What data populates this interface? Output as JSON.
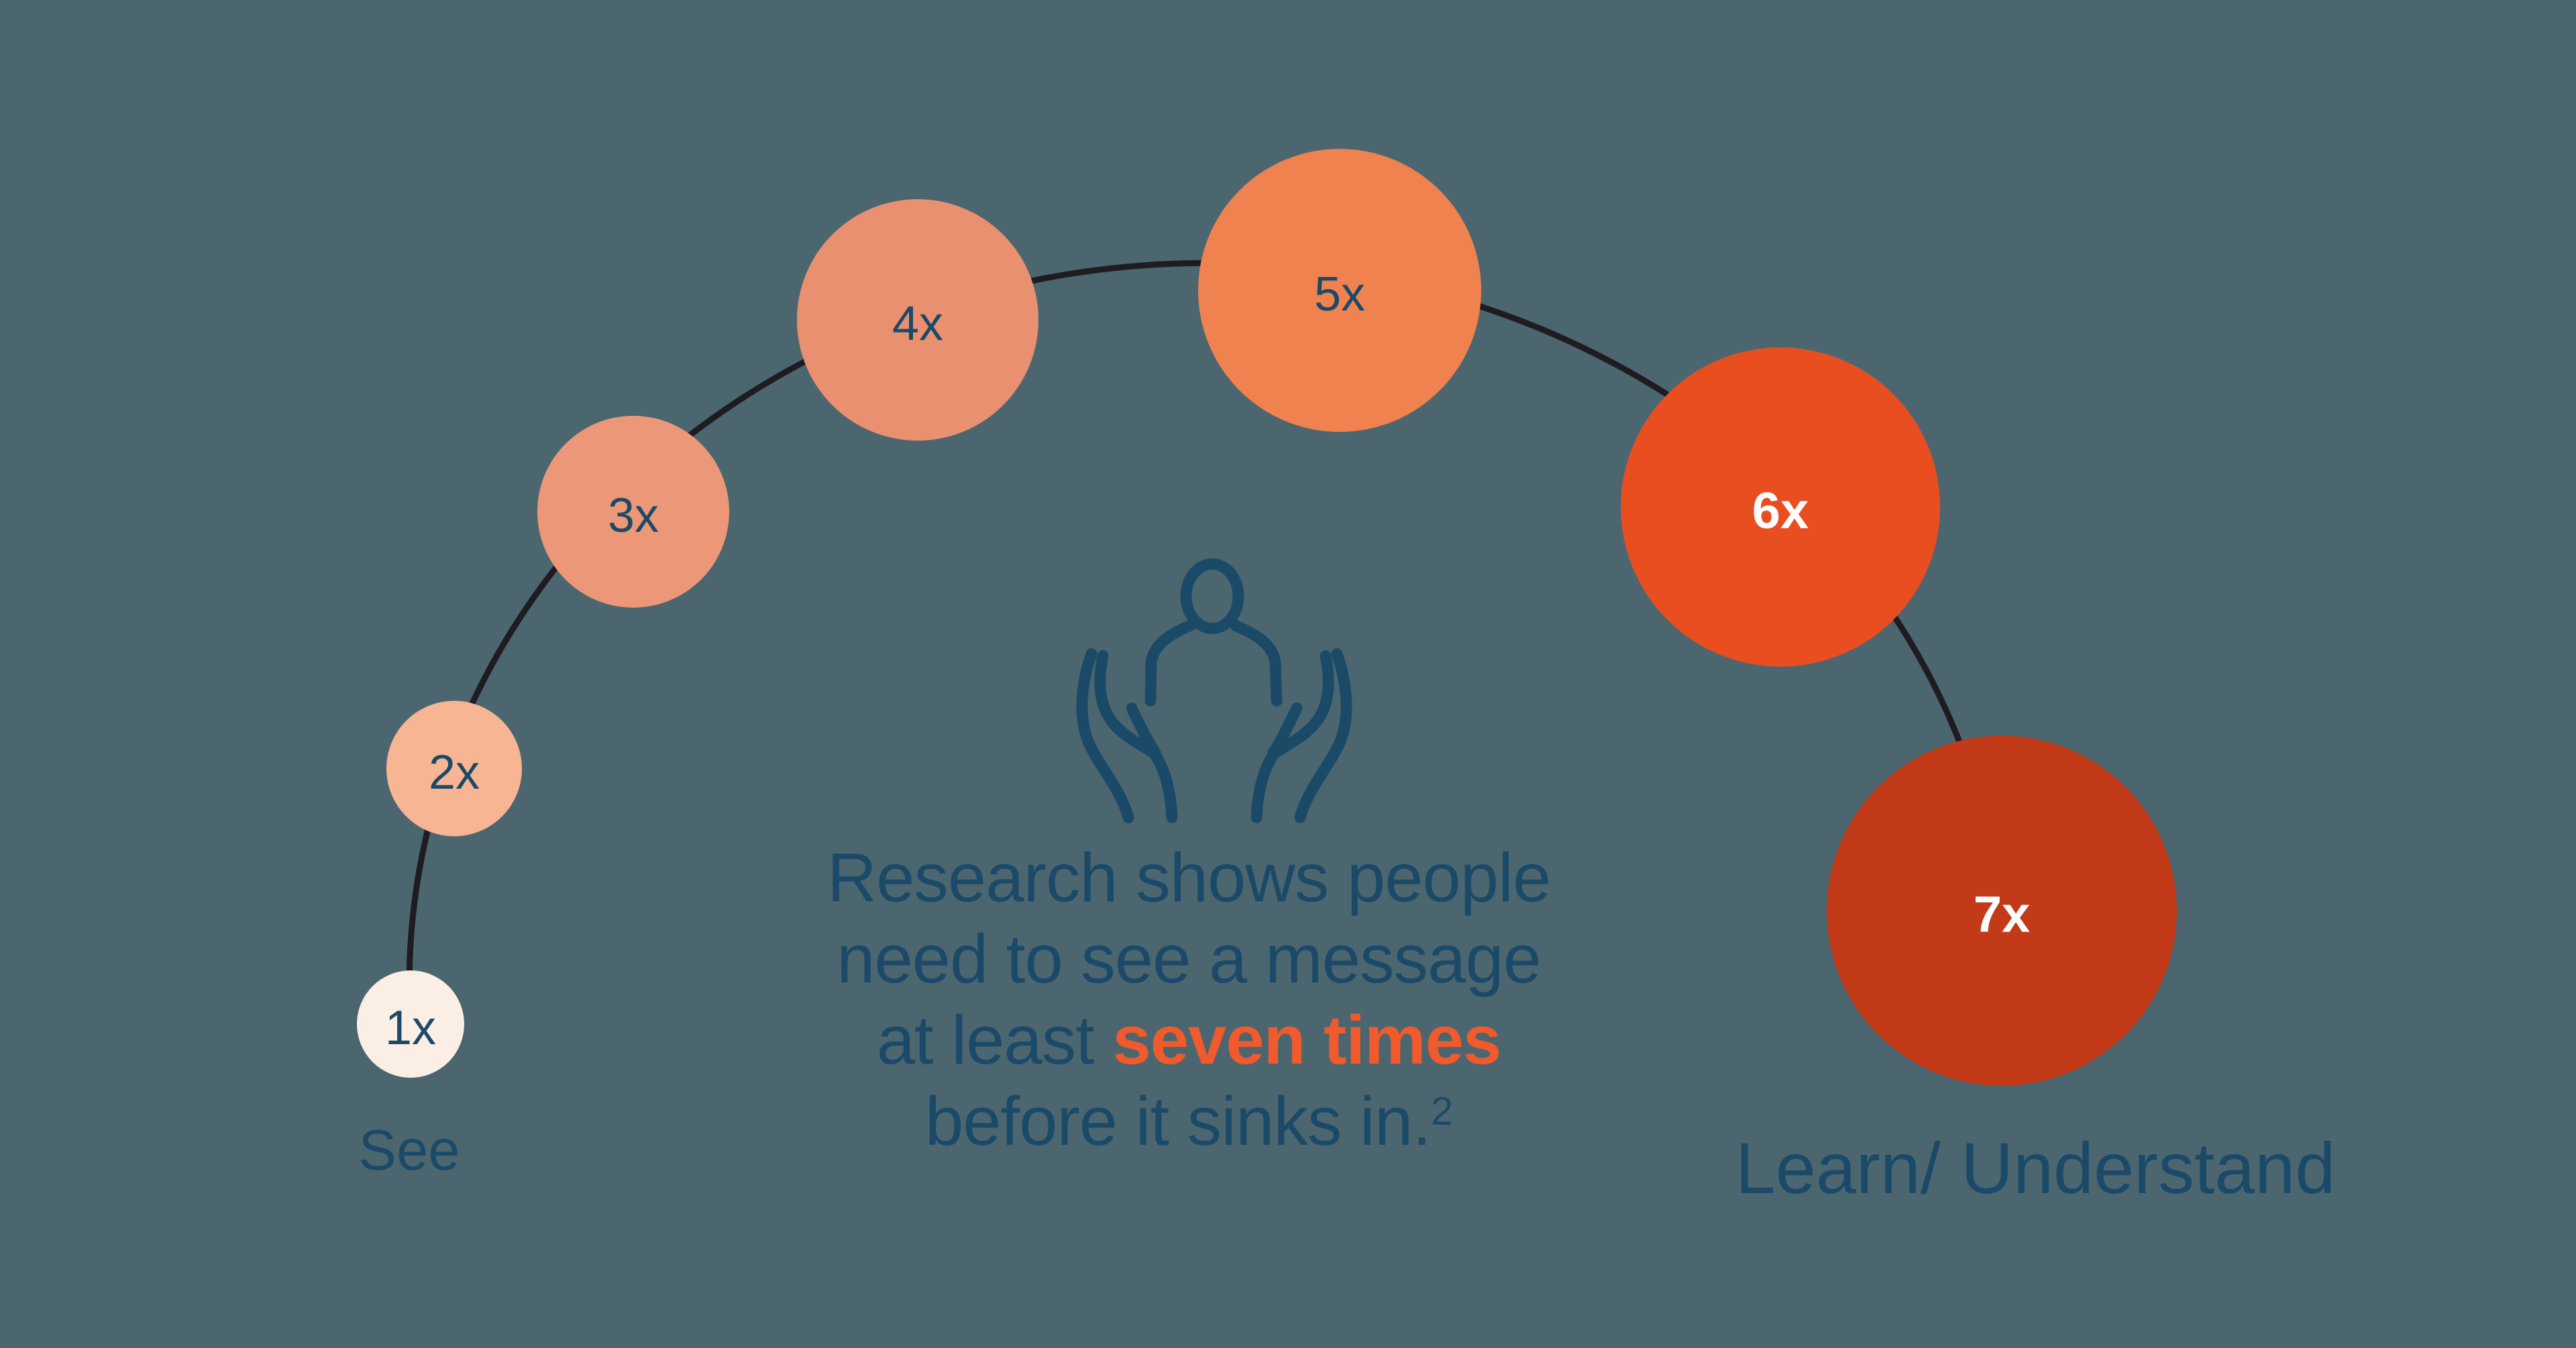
{
  "palette": {
    "background": "#4C6670",
    "navy": "#1B4A68",
    "accent_orange": "#F05A2C",
    "arc_line": "#1F1C21",
    "white": "#FFFFFF"
  },
  "icon": {
    "name": "person-in-caring-hands"
  },
  "circles": [
    {
      "label": "1x",
      "fill": "#FBEEE5",
      "text_color": "#1B4A68"
    },
    {
      "label": "2x",
      "fill": "#F7B593",
      "text_color": "#1B4A68"
    },
    {
      "label": "3x",
      "fill": "#EC9878",
      "text_color": "#1B4A68"
    },
    {
      "label": "4x",
      "fill": "#E99070",
      "text_color": "#1B4A68"
    },
    {
      "label": "5x",
      "fill": "#F0824F",
      "text_color": "#1B4A68"
    },
    {
      "label": "6x",
      "fill": "#E94E20",
      "text_color": "#FFFFFF"
    },
    {
      "label": "7x",
      "fill": "#C23A18",
      "text_color": "#FFFFFF"
    }
  ],
  "stage_labels": {
    "start": "See",
    "end": "Learn/ Understand"
  },
  "message": {
    "line1": "Research shows people",
    "line2": "need to see a message",
    "line3_prefix": "at least ",
    "line3_accent": "seven times",
    "line4": "before it sinks in.",
    "footnote_marker": "2"
  }
}
